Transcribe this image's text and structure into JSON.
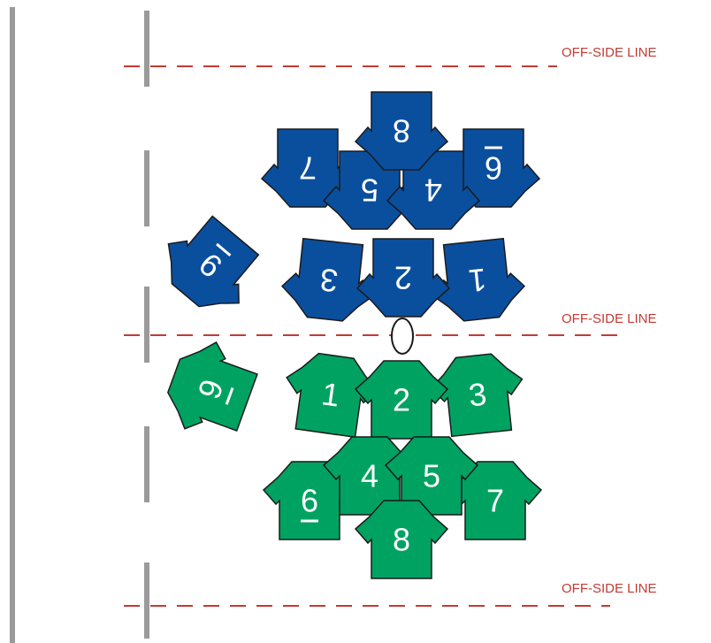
{
  "offside_label": "OFF-SIDE LINE",
  "colors": {
    "blue_team": "#0a4f9e",
    "green_team": "#00a261",
    "offside_line": "#c33a33",
    "touchline": "#9a9a9a",
    "outline": "#1a1a1a",
    "number": "#ffffff"
  },
  "ball_icon": "rugby-ball-icon",
  "blue_team": {
    "players": [
      {
        "number": "1",
        "underlined": false
      },
      {
        "number": "2",
        "underlined": false
      },
      {
        "number": "3",
        "underlined": false
      },
      {
        "number": "4",
        "underlined": false
      },
      {
        "number": "5",
        "underlined": false
      },
      {
        "number": "6",
        "underlined": true
      },
      {
        "number": "7",
        "underlined": false
      },
      {
        "number": "8",
        "underlined": false
      },
      {
        "number": "9",
        "underlined": true
      }
    ]
  },
  "green_team": {
    "players": [
      {
        "number": "1",
        "underlined": false
      },
      {
        "number": "2",
        "underlined": false
      },
      {
        "number": "3",
        "underlined": false
      },
      {
        "number": "4",
        "underlined": false
      },
      {
        "number": "5",
        "underlined": false
      },
      {
        "number": "6",
        "underlined": true
      },
      {
        "number": "7",
        "underlined": false
      },
      {
        "number": "8",
        "underlined": false
      },
      {
        "number": "9",
        "underlined": true
      }
    ]
  }
}
